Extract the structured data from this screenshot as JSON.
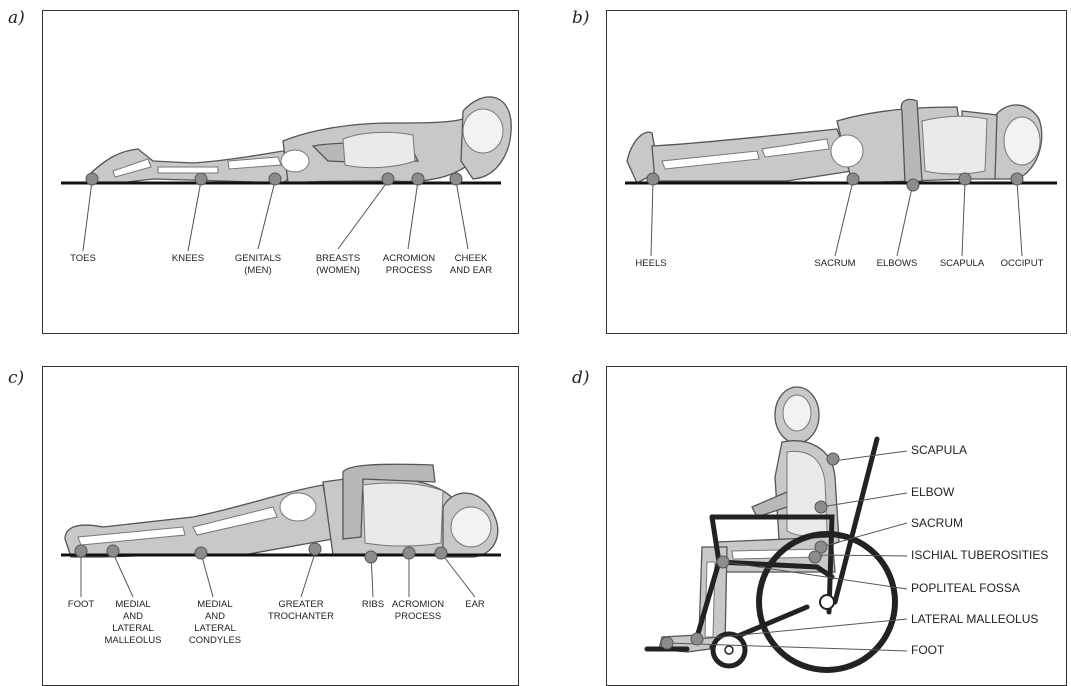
{
  "panels": {
    "a": {
      "letter": "a)",
      "labels": {
        "toes": "TOES",
        "knees": "KNEES",
        "genitals": "GENITALS\n(MEN)",
        "breasts": "BREASTS\n(WOMEN)",
        "acromion": "ACROMION\nPROCESS",
        "cheek": "CHEEK\nAND EAR"
      }
    },
    "b": {
      "letter": "b)",
      "labels": {
        "heels": "HEELS",
        "sacrum": "SACRUM",
        "elbows": "ELBOWS",
        "scapula": "SCAPULA",
        "occiput": "OCCIPUT"
      }
    },
    "c": {
      "letter": "c)",
      "labels": {
        "foot": "FOOT",
        "malleolus": "MEDIAL\nAND\nLATERAL\nMALLEOLUS",
        "condyles": "MEDIAL\nAND\nLATERAL\nCONDYLES",
        "trochanter": "GREATER\nTROCHANTER",
        "ribs": "RIBS",
        "acromion": "ACROMION\nPROCESS",
        "ear": "EAR"
      }
    },
    "d": {
      "letter": "d)",
      "labels": {
        "scapula": "SCAPULA",
        "elbow": "ELBOW",
        "sacrum": "SACRUM",
        "ischial": "ISCHIAL TUBEROSITIES",
        "popliteal": "POPLITEAL FOSSA",
        "malleolus": "LATERAL MALLEOLUS",
        "foot": "FOOT"
      }
    }
  },
  "colors": {
    "body": "#c8c8c8",
    "bone": "#ffffff",
    "outline": "#555555",
    "marker": "#8c8c8c",
    "frame": "#222222"
  }
}
